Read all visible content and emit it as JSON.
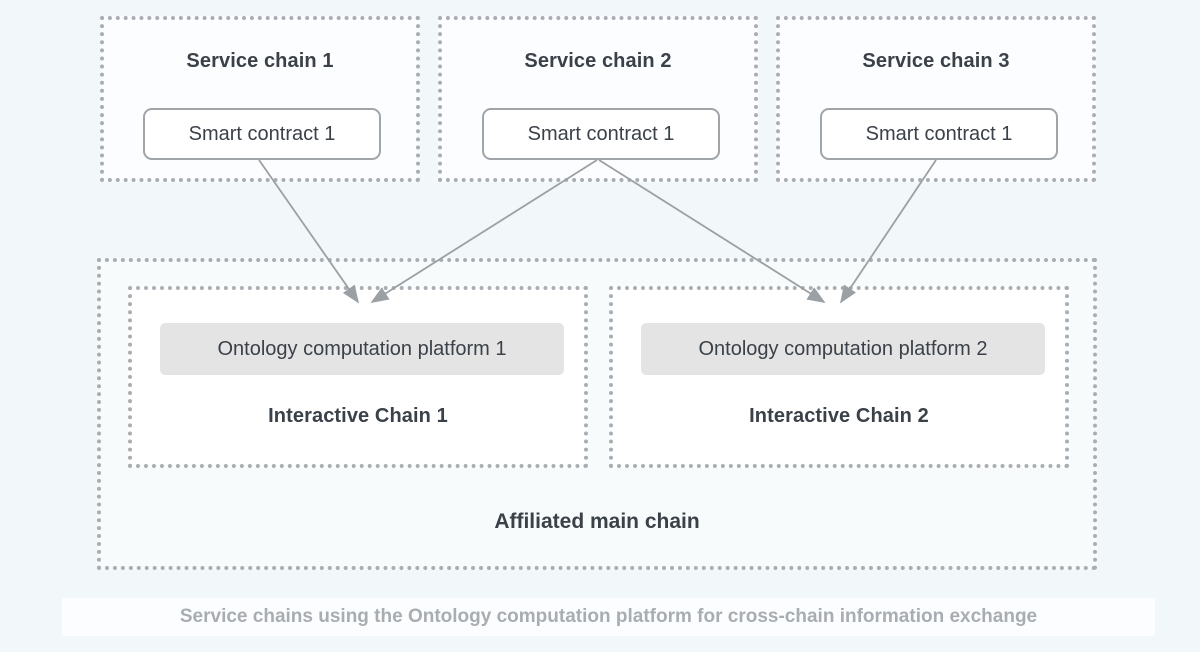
{
  "diagram": {
    "caption": "Service chains using the Ontology computation platform for cross-chain information exchange",
    "service_chains": [
      {
        "title": "Service chain 1",
        "node": "Smart contract 1"
      },
      {
        "title": "Service chain 2",
        "node": "Smart contract 1"
      },
      {
        "title": "Service chain 3",
        "node": "Smart contract 1"
      }
    ],
    "main_chain": {
      "title": "Affiliated main chain",
      "interactive_chains": [
        {
          "title": "Interactive Chain 1",
          "platform": "Ontology computation platform 1"
        },
        {
          "title": "Interactive Chain 2",
          "platform": "Ontology computation platform 2"
        }
      ]
    },
    "connections": [
      {
        "from": "Service chain 1 / Smart contract 1",
        "to": "Ontology computation platform 1"
      },
      {
        "from": "Service chain 2 / Smart contract 1",
        "to": "Ontology computation platform 1"
      },
      {
        "from": "Service chain 2 / Smart contract 1",
        "to": "Ontology computation platform 2"
      },
      {
        "from": "Service chain 3 / Smart contract 1",
        "to": "Ontology computation platform 2"
      }
    ],
    "colors": {
      "background": "#f2f7f9",
      "dotted_border": "#a9aeb4",
      "text": "#3b4148",
      "platform_fill": "#e4e4e4",
      "contract_border": "#a0a5aa",
      "arrow": "#9ba0a5",
      "caption_text": "#a8adb2"
    }
  }
}
